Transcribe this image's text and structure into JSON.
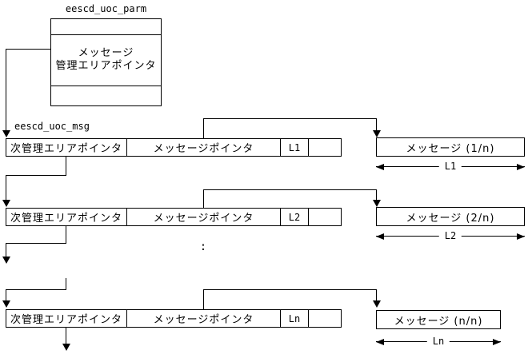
{
  "labels": {
    "parm_struct": "eescd_uoc_parm",
    "msg_struct": "eescd_uoc_msg"
  },
  "parm_box": {
    "field_line1": "メッセージ",
    "field_line2": "管理エリアポインタ"
  },
  "records": [
    {
      "next_ptr": "次管理エリアポインタ",
      "msg_ptr": "メッセージポインタ",
      "len": "L1",
      "message": "メッセージ (1/n)",
      "dim": "L1"
    },
    {
      "next_ptr": "次管理エリアポインタ",
      "msg_ptr": "メッセージポインタ",
      "len": "L2",
      "message": "メッセージ (2/n)",
      "dim": "L2"
    },
    {
      "next_ptr": "次管理エリアポインタ",
      "msg_ptr": "メッセージポインタ",
      "len": "Ln",
      "message": "メッセージ (n/n)",
      "dim": "Ln"
    }
  ],
  "ellipsis": ":",
  "colors": {
    "line": "#000000",
    "background": "#ffffff"
  }
}
